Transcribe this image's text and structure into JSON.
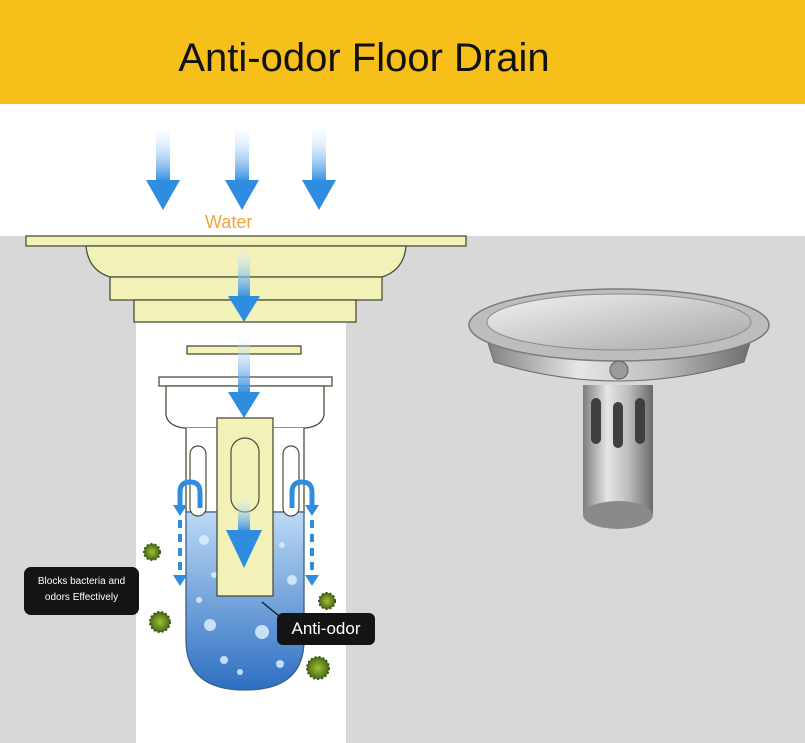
{
  "banner": {
    "title": "Anti-odor Floor Drain"
  },
  "labels": {
    "water": "Water",
    "bacteria_line1": "Blocks bacteria and",
    "bacteria_line2": "odors Effectively",
    "anti_odor": "Anti-odor"
  },
  "colors": {
    "banner": "#f6bf1a",
    "floor": "#d8d8d8",
    "drain_yellow": "#f2f2b8",
    "water_blue": "#4d8fd6",
    "arrow_blue": "#2f8de0",
    "water_label": "#f0a53a",
    "bacteria": "#6d8f1e"
  },
  "icons": [
    "down-arrow-icon",
    "u-turn-arrow-icon",
    "bacteria-icon"
  ]
}
